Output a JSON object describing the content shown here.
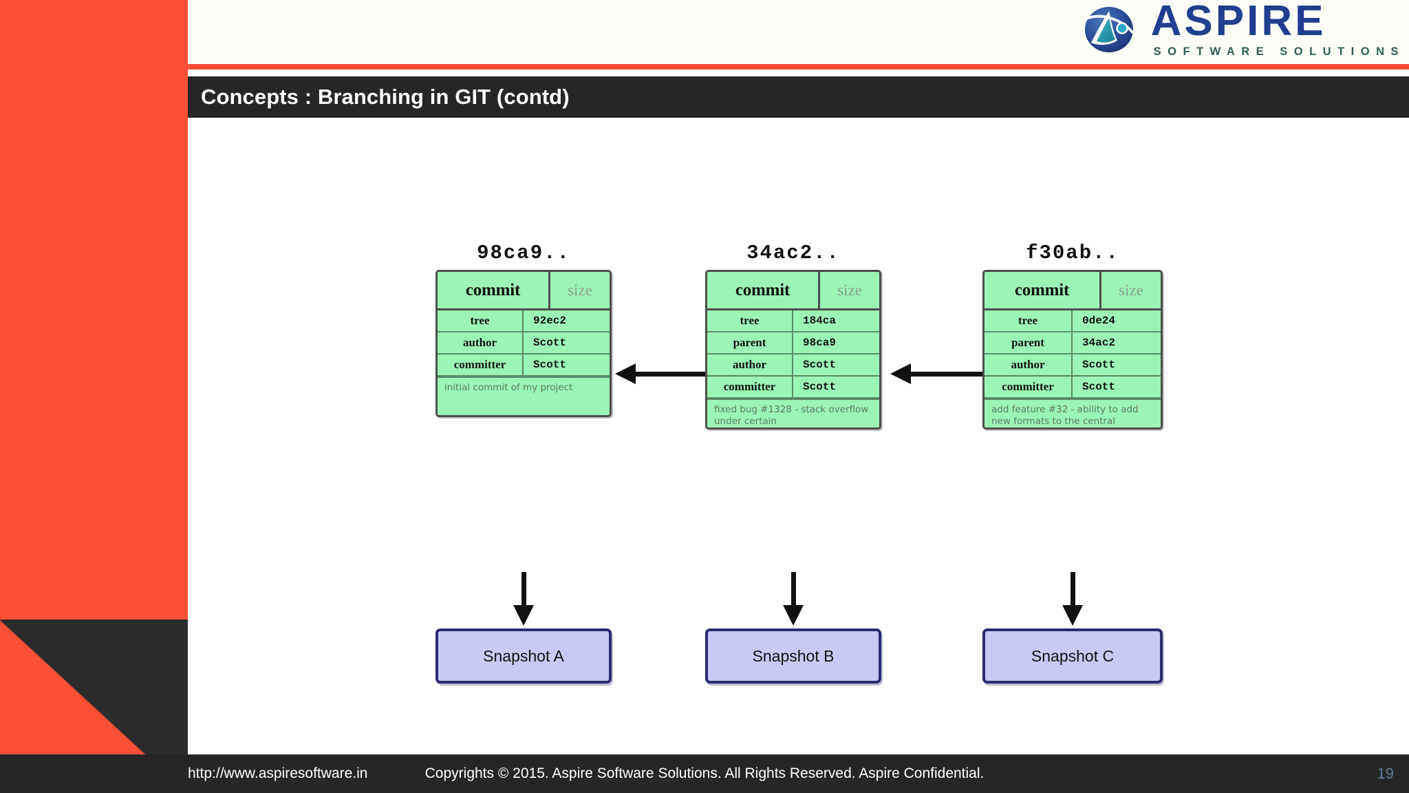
{
  "slide": {
    "title": "Concepts : Branching in GIT (contd)",
    "page_number": "19",
    "accent_color": "#fb5035",
    "titlebar_color": "#262626"
  },
  "logo": {
    "brand": "ASPIRE",
    "tagline": "SOFTWARE SOLUTIONS",
    "mark_name": "aspire-globe-mark",
    "brand_color": "#1f3f8f",
    "tagline_color": "#2f5d55"
  },
  "footer": {
    "url": "http://www.aspiresoftware.in",
    "copyright": "Copyrights © 2015. Aspire Software Solutions. All Rights Reserved. Aspire Confidential."
  },
  "diagram": {
    "type": "git-commit-chain",
    "commit_fill": "#9bf5b4",
    "commit_border": "#4d4d4d",
    "snapshot_fill": "#c9c9f5",
    "snapshot_border": "#2b2b6e",
    "commits": [
      {
        "hash_label": "98ca9..",
        "object_type": "commit",
        "size_label": "size",
        "fields": [
          {
            "key": "tree",
            "value": "92ec2"
          },
          {
            "key": "author",
            "value": "Scott"
          },
          {
            "key": "committer",
            "value": "Scott"
          }
        ],
        "message": "initial commit of my project",
        "snapshot": "Snapshot A"
      },
      {
        "hash_label": "34ac2..",
        "object_type": "commit",
        "size_label": "size",
        "fields": [
          {
            "key": "tree",
            "value": "184ca"
          },
          {
            "key": "parent",
            "value": "98ca9"
          },
          {
            "key": "author",
            "value": "Scott"
          },
          {
            "key": "committer",
            "value": "Scott"
          }
        ],
        "message": "fixed bug #1328 - stack overflow under certain",
        "snapshot": "Snapshot B"
      },
      {
        "hash_label": "f30ab..",
        "object_type": "commit",
        "size_label": "size",
        "fields": [
          {
            "key": "tree",
            "value": "0de24"
          },
          {
            "key": "parent",
            "value": "34ac2"
          },
          {
            "key": "author",
            "value": "Scott"
          },
          {
            "key": "committer",
            "value": "Scott"
          }
        ],
        "message": "add feature #32 - ability to add new formats to the central",
        "snapshot": "Snapshot C"
      }
    ]
  }
}
